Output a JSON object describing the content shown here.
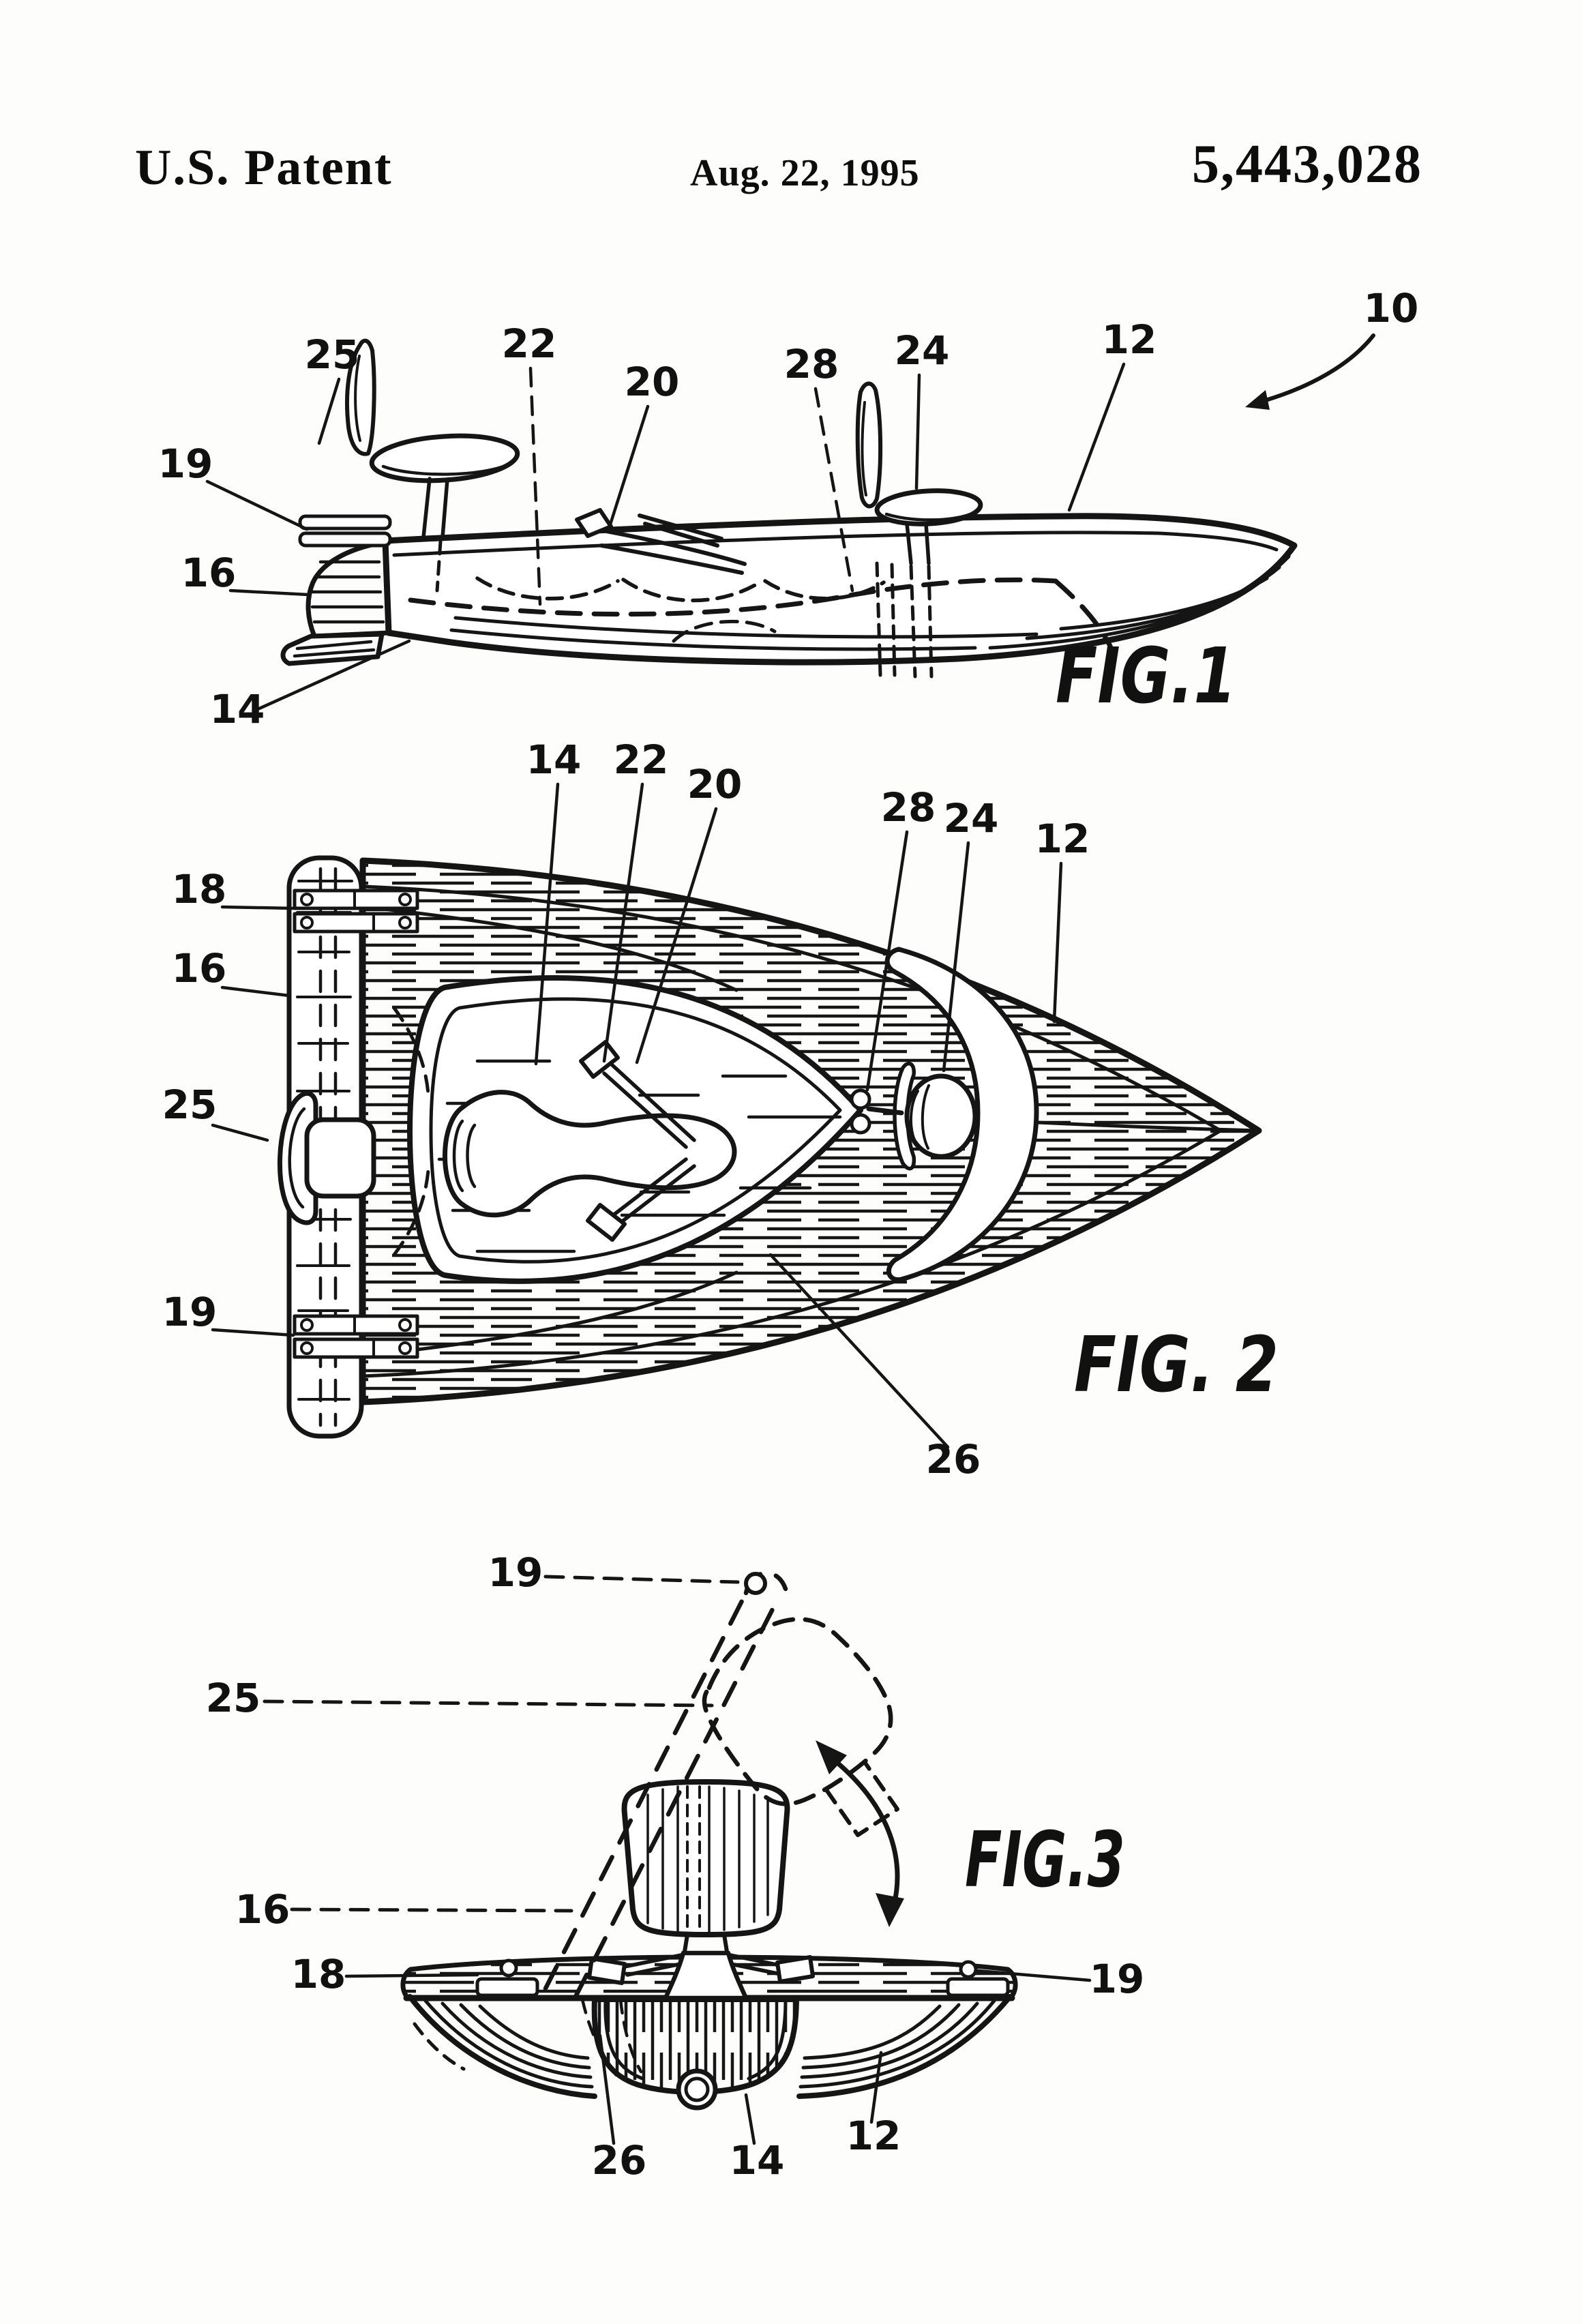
{
  "header": {
    "title": "U.S. Patent",
    "date": "Aug. 22, 1995",
    "patent_number": "5,443,028"
  },
  "figures": {
    "fig1": {
      "caption": "FIG.1",
      "labels": {
        "n10": "10",
        "n12": "12",
        "n14": "14",
        "n16": "16",
        "n19": "19",
        "n20": "20",
        "n22": "22",
        "n24": "24",
        "n25": "25",
        "n28": "28"
      }
    },
    "fig2": {
      "caption": "FIG. 2",
      "labels": {
        "n12": "12",
        "n14": "14",
        "n16": "16",
        "n18": "18",
        "n19": "19",
        "n20": "20",
        "n22": "22",
        "n24": "24",
        "n25": "25",
        "n26": "26",
        "n28": "28"
      }
    },
    "fig3": {
      "caption": "FIG.3",
      "labels": {
        "n12": "12",
        "n14": "14",
        "n16": "16",
        "n18": "18",
        "n19_top": "19",
        "n19_right": "19",
        "n25": "25",
        "n26": "26"
      }
    }
  }
}
